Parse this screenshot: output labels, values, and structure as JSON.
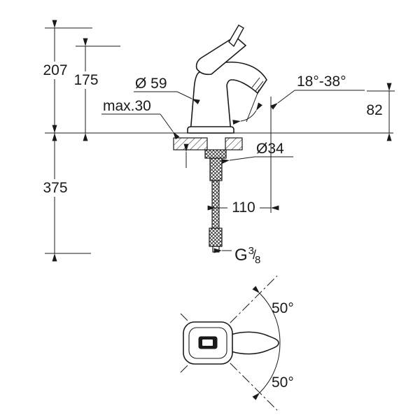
{
  "drawing": {
    "background": "#ffffff",
    "ink": "#1a1a1a",
    "side_view": {
      "dim_total_height": "207",
      "dim_body_height": "175",
      "dim_body_diameter": "Ø 59",
      "dim_max_deck": "max.30",
      "dim_spray_angle": "18°-38°",
      "dim_spout_height": "82",
      "dim_below_deck": "375",
      "dim_hole_diameter": "Ø34",
      "dim_spout_reach": "110",
      "thread": {
        "g": "G",
        "num": "3",
        "slash": "/",
        "den": "8"
      }
    },
    "top_view": {
      "dim_swing_up": "50°",
      "dim_swing_down": "50°"
    }
  }
}
